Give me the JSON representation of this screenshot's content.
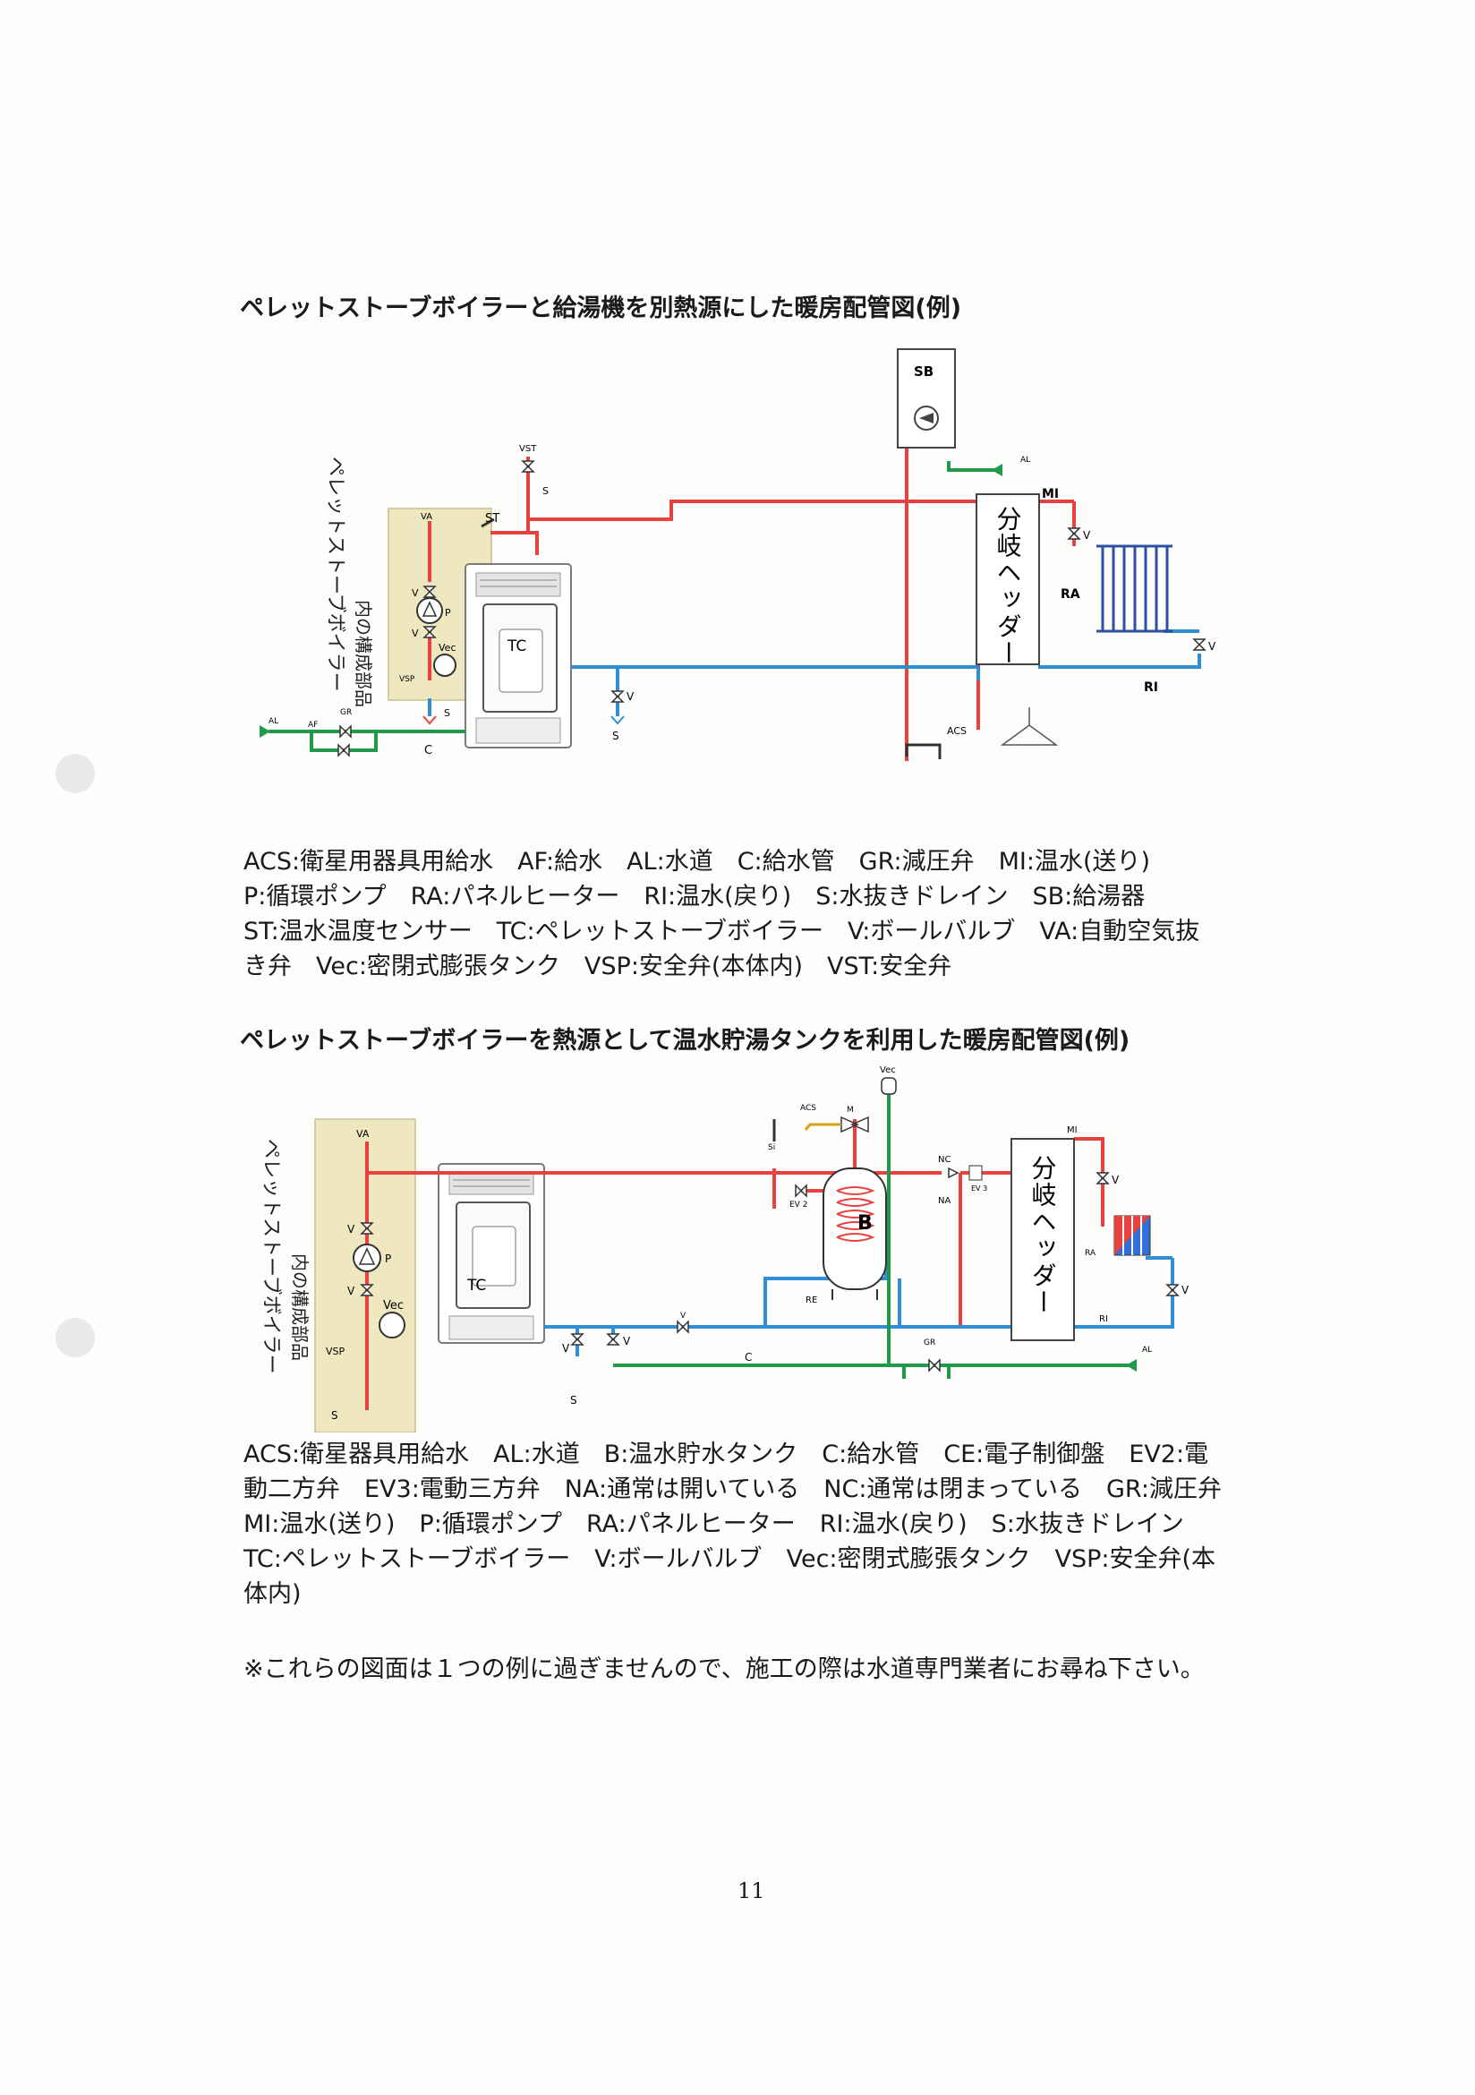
{
  "diagram1": {
    "title": "ペレットストーブボイラーと給湯機を別熱源にした暖房配管図(例)",
    "boiler_parts_label_1": "ペレットストーブボイラー",
    "boiler_parts_label_2": "内の構成部品",
    "header_label": "分岐ヘッダー",
    "labels": {
      "SB": "SB",
      "VST": "VST",
      "S": "S",
      "VA": "VA",
      "ST": "ST",
      "V": "V",
      "P": "P",
      "Vec": "Vec",
      "VSP": "VSP",
      "TC": "TC",
      "AL": "AL",
      "AF": "AF",
      "GR": "GR",
      "C": "C",
      "MI": "MI",
      "RA": "RA",
      "RI": "RI",
      "ACS": "ACS"
    },
    "legend": "ACS:衛星用器具用給水　AF:給水　AL:水道　C:給水管　GR:減圧弁　MI:温水(送り)\nP:循環ポンプ　RA:パネルヒーター　RI:温水(戻り)　S:水抜きドレイン　SB:給湯器\nST:温水温度センサー　TC:ペレットストーブボイラー　V:ボールバルブ　VA:自動空気抜\nき弁　Vec:密閉式膨張タンク　VSP:安全弁(本体内)　VST:安全弁"
  },
  "diagram2": {
    "title": "ペレットストーブボイラーを熱源として温水貯湯タンクを利用した暖房配管図(例)",
    "boiler_parts_label_1": "ペレットストーブボイラー",
    "boiler_parts_label_2": "内の構成部品",
    "header_label": "分岐ヘッダー",
    "labels": {
      "VA": "VA",
      "V": "V",
      "P": "P",
      "Vec": "Vec",
      "VSP": "VSP",
      "S": "S",
      "TC": "TC",
      "ACS": "ACS",
      "M": "M",
      "Si": "Si",
      "EV2": "EV 2",
      "B": "B",
      "RE": "RE",
      "NC": "NC",
      "NA": "NA",
      "EV3": "EV 3",
      "MI": "MI",
      "RA": "RA",
      "RI": "RI",
      "C": "C",
      "GR": "GR",
      "AL": "AL"
    },
    "legend": "ACS:衛星器具用給水　AL:水道　B:温水貯水タンク　C:給水管　CE:電子制御盤　EV2:電\n動二方弁　EV3:電動三方弁　NA:通常は開いている　NC:通常は閉まっている　GR:減圧弁\nMI:温水(送り)　P:循環ポンプ　RA:パネルヒーター　RI:温水(戻り)　S:水抜きドレイン\nTC:ペレットストーブボイラー　V:ボールバルブ　Vec:密閉式膨張タンク　VSP:安全弁(本\n体内)"
  },
  "footnote": "※これらの図面は１つの例に過ぎませんので、施工の際は水道専門業者にお尋ね下さい。",
  "page_number": "11",
  "colors": {
    "hot_pipe": "#e8423f",
    "return_pipe": "#2f8fd6",
    "supply_pipe": "#1f9a4a",
    "boiler_panel": "#efe7bf"
  }
}
